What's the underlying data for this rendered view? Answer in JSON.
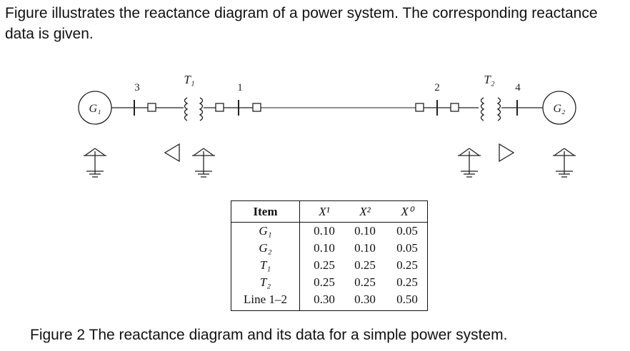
{
  "intro_text": "Figure illustrates the reactance diagram of a power system. The corresponding reactance data is given.",
  "diagram": {
    "generator_left": "G₁",
    "generator_right": "G₂",
    "bus_labels": [
      "3",
      "1",
      "2",
      "4"
    ],
    "transformer_left": "T₁",
    "transformer_right": "T₂"
  },
  "table": {
    "headers": [
      "Item",
      "X¹",
      "X²",
      "X⁰"
    ],
    "rows": [
      {
        "item": "G₁",
        "x1": "0.10",
        "x2": "0.10",
        "x0": "0.05"
      },
      {
        "item": "G₂",
        "x1": "0.10",
        "x2": "0.10",
        "x0": "0.05"
      },
      {
        "item": "T₁",
        "x1": "0.25",
        "x2": "0.25",
        "x0": "0.25"
      },
      {
        "item": "T₂",
        "x1": "0.25",
        "x2": "0.25",
        "x0": "0.25"
      },
      {
        "item": "Line 1–2",
        "x1": "0.30",
        "x2": "0.30",
        "x0": "0.50"
      }
    ]
  },
  "caption": "Figure 2 The reactance diagram and its data for a simple power system."
}
